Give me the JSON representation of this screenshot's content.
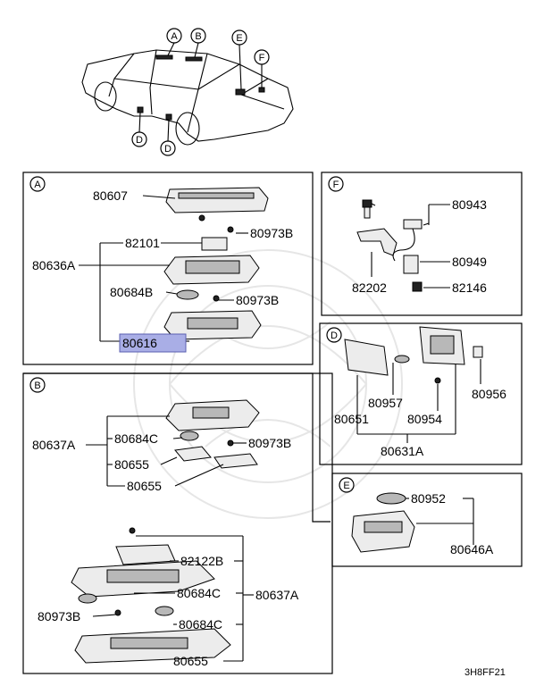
{
  "diagram": {
    "code": "3H8FF21",
    "highlighted_part": "80616",
    "car_callouts": [
      "A",
      "B",
      "E",
      "F",
      "D",
      "D"
    ],
    "sections": {
      "A": {
        "letter": "A",
        "labels": {
          "p80607": "80607",
          "p82101": "82101",
          "p80973b_1": "80973B",
          "p80636a": "80636A",
          "p80684b": "80684B",
          "p80973b_2": "80973B",
          "p80616": "80616"
        }
      },
      "B": {
        "letter": "B",
        "labels": {
          "p80637a_1": "80637A",
          "p80684c_1": "80684C",
          "p80973b_1": "80973B",
          "p80655_1": "80655",
          "p80655_2": "80655",
          "p82122b": "82122B",
          "p80684c_2": "80684C",
          "p80637a_2": "80637A",
          "p80973b_2": "80973B",
          "p80684c_3": "80684C",
          "p80655_3": "80655"
        }
      },
      "F": {
        "letter": "F",
        "labels": {
          "p80943": "80943",
          "p80949": "80949",
          "p82202": "82202",
          "p82146": "82146"
        }
      },
      "D": {
        "letter": "D",
        "labels": {
          "p80957": "80957",
          "p80956": "80956",
          "p80651": "80651",
          "p80954": "80954",
          "p80631a": "80631A"
        }
      },
      "E": {
        "letter": "E",
        "labels": {
          "p80952": "80952",
          "p80646a": "80646A"
        }
      }
    }
  }
}
